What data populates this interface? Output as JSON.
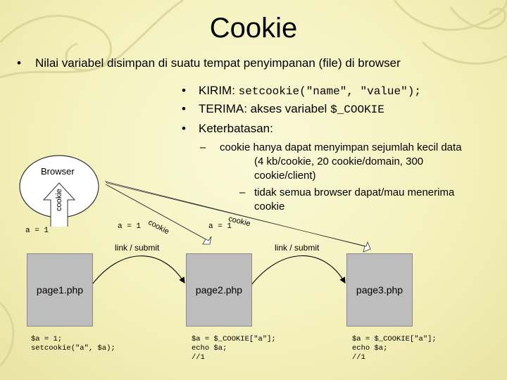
{
  "title": "Cookie",
  "bullet_main": "Nilai variabel disimpan di suatu tempat penyimpanan (file) di browser",
  "bullets": {
    "kirim_label": "KIRIM: ",
    "kirim_code": "setcookie(\"name\", \"value\");",
    "terima_label": "TERIMA: akses variabel ",
    "terima_code": "$_COOKIE",
    "keterbatasan": "Keterbatasan:"
  },
  "limits": {
    "item1_line1": "cookie hanya dapat menyimpan sejumlah kecil data",
    "item1_line2": "(4 kb/cookie, 20 cookie/domain, 300",
    "item1_line3": "cookie/client)",
    "item2_line1": "tidak semua browser dapat/mau menerima",
    "item2_line2": "cookie",
    "dash": "–",
    "bullet": "•"
  },
  "diagram": {
    "browser": "Browser",
    "cookie_up": "cookie",
    "cookie_mid": "cookie",
    "cookie_far": "cookie",
    "a1_left": "a = 1",
    "a1_mid": "a = 1",
    "a1_right": "a = 1",
    "link1": "link / submit",
    "link2": "link / submit",
    "page1": "page1.php",
    "page2": "page2.php",
    "page3": "page3.php",
    "code1": "$a = 1;\nsetcookie(\"a\", $a);",
    "code2": "$a = $_COOKIE[\"a\"];\necho $a;\n//1",
    "code3": "$a = $_COOKIE[\"a\"];\necho $a;\n//1"
  }
}
